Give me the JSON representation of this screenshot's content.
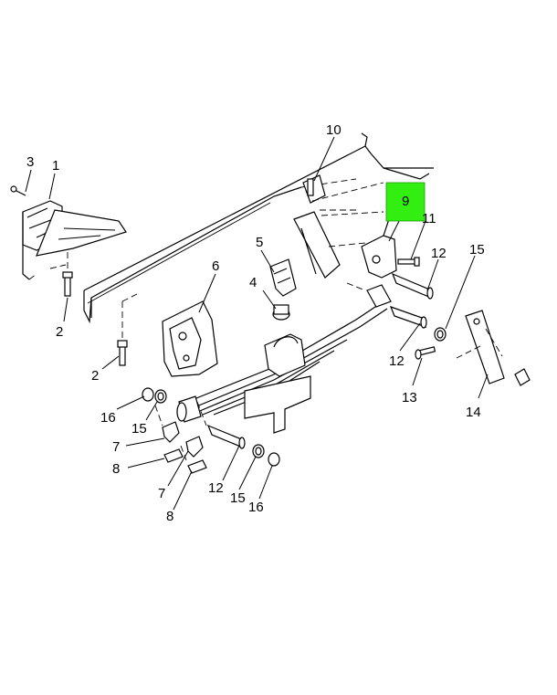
{
  "colors": {
    "line": "#000000",
    "background": "#ffffff",
    "highlight": "#33ee11"
  },
  "callouts": {
    "c1": "1",
    "c2a": "2",
    "c2b": "2",
    "c3": "3",
    "c4": "4",
    "c5": "5",
    "c6": "6",
    "c7a": "7",
    "c7b": "7",
    "c8a": "8",
    "c8b": "8",
    "c9": "9",
    "c10": "10",
    "c11": "11",
    "c12a": "12",
    "c12b": "12",
    "c12c": "12",
    "c13": "13",
    "c14": "14",
    "c15a": "15",
    "c15b": "15",
    "c15c": "15",
    "c16a": "16",
    "c16b": "16"
  }
}
